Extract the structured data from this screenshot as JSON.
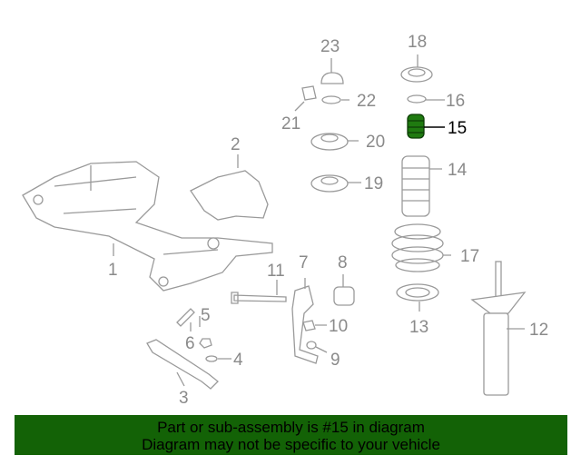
{
  "diagram": {
    "highlight_color": "#1f7a10",
    "highlighted_part": "15",
    "callouts": [
      "1",
      "2",
      "3",
      "4",
      "5",
      "6",
      "7",
      "8",
      "9",
      "10",
      "11",
      "12",
      "13",
      "14",
      "15",
      "16",
      "17",
      "18",
      "19",
      "20",
      "21",
      "22",
      "23"
    ]
  },
  "banner": {
    "background": "#136206",
    "line1": "Part or sub-assembly is #15 in diagram",
    "line2": "Diagram may not be specific to your vehicle"
  }
}
